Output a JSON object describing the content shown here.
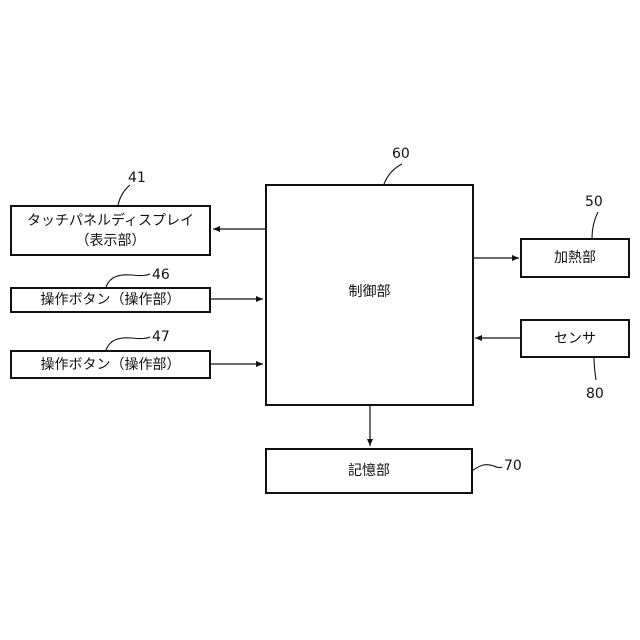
{
  "touch_panel": {
    "label_line1": "タッチパネルディスプレイ",
    "label_line2": "（表示部）",
    "ref": "41"
  },
  "button_46": {
    "label": "操作ボタン（操作部）",
    "ref": "46"
  },
  "button_47": {
    "label": "操作ボタン（操作部）",
    "ref": "47"
  },
  "controller": {
    "label": "制御部",
    "ref": "60"
  },
  "heater": {
    "label": "加熱部",
    "ref": "50"
  },
  "sensor": {
    "label": "センサ",
    "ref": "80"
  },
  "memory": {
    "label": "記憶部",
    "ref": "70"
  }
}
